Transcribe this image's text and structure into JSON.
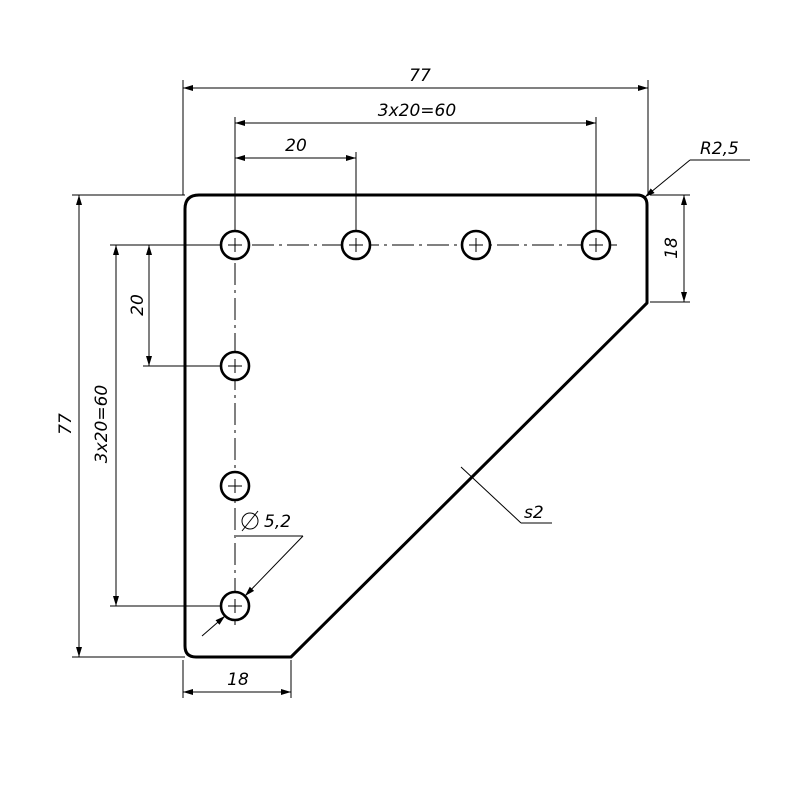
{
  "dimensions": {
    "overall_width": "77",
    "overall_height": "77",
    "hole_pitch": "20",
    "hole_pitch_vertical": "20",
    "hole_span_horizontal": "3x20=60",
    "hole_span_vertical": "3x20=60",
    "corner_radius": "R2,5",
    "top_leg_width": "18",
    "bottom_leg_width": "18",
    "hole_diameter": "5,2",
    "thickness": "s2"
  },
  "symbols": {
    "diameter": "diameter-symbol"
  },
  "colors": {
    "line": "#000000",
    "background": "#ffffff"
  }
}
